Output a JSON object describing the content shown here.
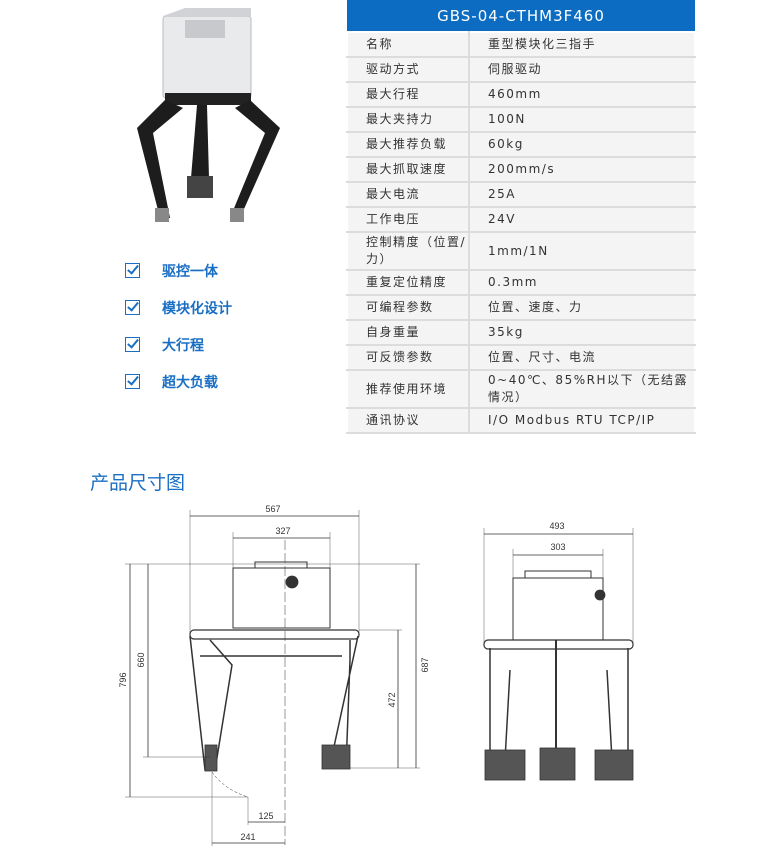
{
  "product": {
    "model": "GBS-04-CTHM3F460"
  },
  "features": [
    "驱控一体",
    "模块化设计",
    "大行程",
    "超大负载"
  ],
  "specs": [
    {
      "label": "名称",
      "value": "重型模块化三指手"
    },
    {
      "label": "驱动方式",
      "value": "伺服驱动"
    },
    {
      "label": "最大行程",
      "value": "460mm"
    },
    {
      "label": "最大夹持力",
      "value": "100N"
    },
    {
      "label": "最大推荐负载",
      "value": "60kg"
    },
    {
      "label": "最大抓取速度",
      "value": "200mm/s"
    },
    {
      "label": "最大电流",
      "value": "25A"
    },
    {
      "label": "工作电压",
      "value": "24V"
    },
    {
      "label": "控制精度（位置/力）",
      "value": "1mm/1N"
    },
    {
      "label": "重复定位精度",
      "value": "0.3mm"
    },
    {
      "label": "可编程参数",
      "value": "位置、速度、力"
    },
    {
      "label": "自身重量",
      "value": "35kg"
    },
    {
      "label": "可反馈参数",
      "value": "位置、尺寸、电流"
    },
    {
      "label": "推荐使用环境",
      "value": "0~40℃、85%RH以下（无结露情况）"
    },
    {
      "label": "通讯协议",
      "value": "I/O  Modbus RTU  TCP/IP"
    }
  ],
  "dimensions_section": {
    "title": "产品尺寸图",
    "front": {
      "w_total": "567",
      "w_body": "327",
      "h_total": "796",
      "h_660": "660",
      "h_687": "687",
      "h_472": "472",
      "d_125": "125",
      "d_241": "241"
    },
    "side": {
      "w_total": "493",
      "w_body": "303"
    }
  },
  "colors": {
    "accent": "#0b6cc1"
  }
}
